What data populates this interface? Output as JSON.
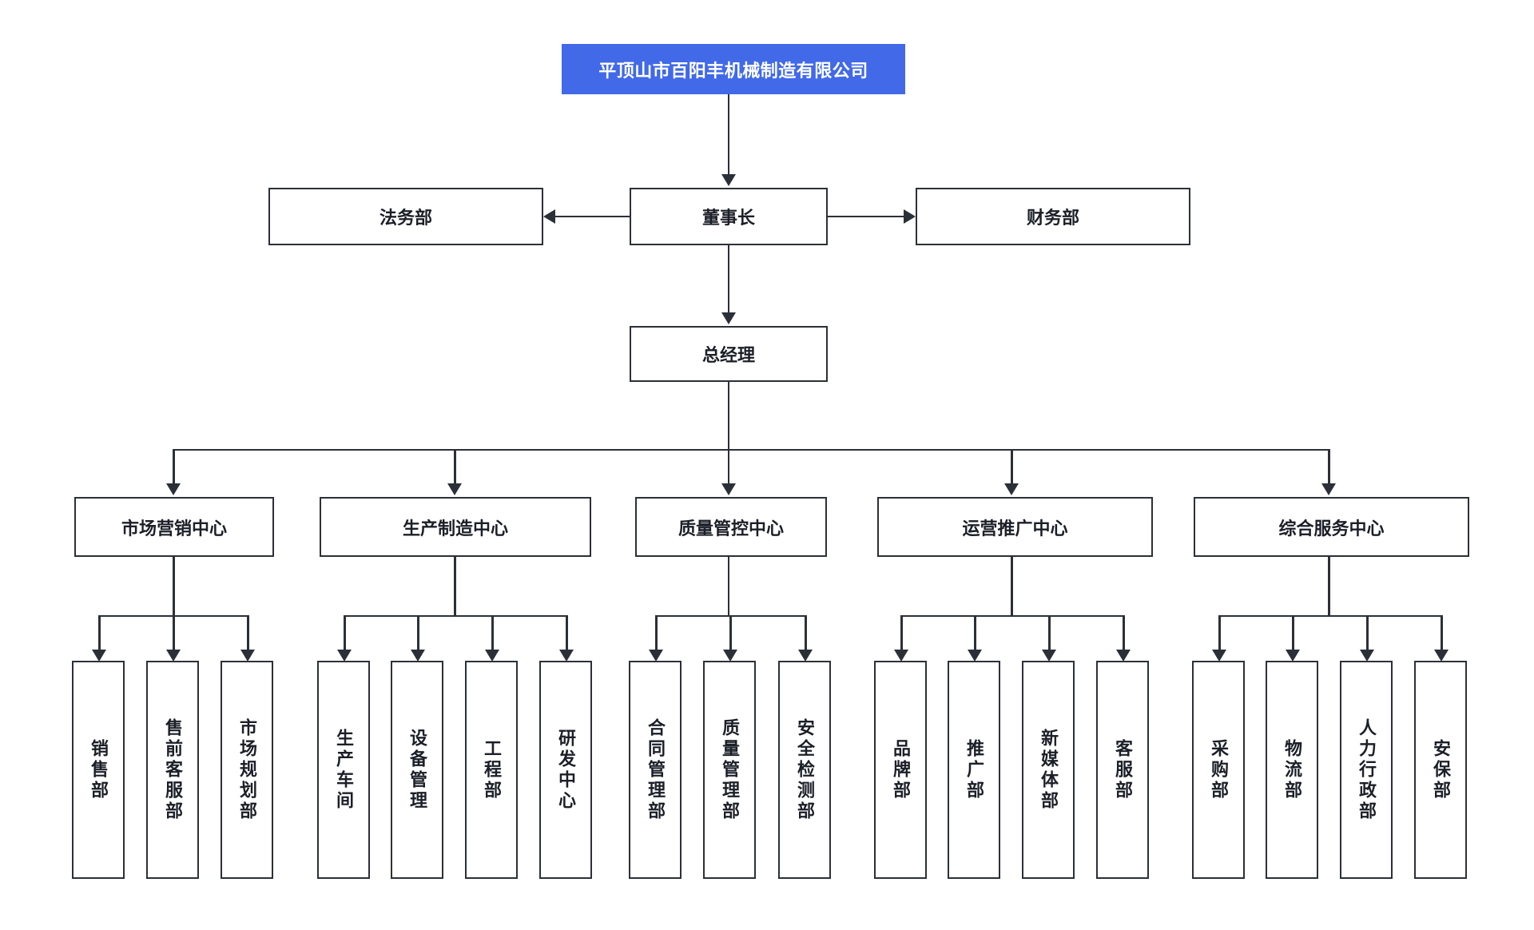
{
  "chart_data": {
    "type": "diagram",
    "diagram_kind": "organization-chart",
    "title": "平顶山市百阳丰机械制造有限公司",
    "orientation": "top-down",
    "colors": {
      "root_fill": "#4169e8",
      "root_text": "#ffffff",
      "node_border": "#2b3038",
      "node_fill": "#ffffff",
      "node_text": "#1b1f27",
      "connector": "#2b3038",
      "background": "#ffffff"
    },
    "levels": [
      {
        "level": 1,
        "nodes": [
          "平顶山市百阳丰机械制造有限公司"
        ]
      },
      {
        "level": 2,
        "nodes": [
          "法务部",
          "董事长",
          "财务部"
        ]
      },
      {
        "level": 3,
        "nodes": [
          "总经理"
        ]
      },
      {
        "level": 4,
        "nodes": [
          "市场营销中心",
          "生产制造中心",
          "质量管控中心",
          "运营推广中心",
          "综合服务中心"
        ]
      },
      {
        "level": 5,
        "nodes": [
          "销售部",
          "售前客服部",
          "市场规划部",
          "生产车间",
          "设备管理",
          "工程部",
          "研发中心",
          "合同管理部",
          "质量管理部",
          "安全检测部",
          "品牌部",
          "推广部",
          "新媒体部",
          "客服部",
          "采购部",
          "物流部",
          "人力行政部",
          "安保部"
        ]
      }
    ],
    "edges": [
      {
        "from": "平顶山市百阳丰机械制造有限公司",
        "to": "董事长",
        "style": "arrow-down"
      },
      {
        "from": "董事长",
        "to": "法务部",
        "style": "arrow-left"
      },
      {
        "from": "董事长",
        "to": "财务部",
        "style": "arrow-right"
      },
      {
        "from": "董事长",
        "to": "总经理",
        "style": "arrow-down"
      },
      {
        "from": "总经理",
        "to": "市场营销中心",
        "style": "arrow-down"
      },
      {
        "from": "总经理",
        "to": "生产制造中心",
        "style": "arrow-down"
      },
      {
        "from": "总经理",
        "to": "质量管控中心",
        "style": "arrow-down"
      },
      {
        "from": "总经理",
        "to": "运营推广中心",
        "style": "arrow-down"
      },
      {
        "from": "总经理",
        "to": "综合服务中心",
        "style": "arrow-down"
      },
      {
        "from": "市场营销中心",
        "to": "销售部",
        "style": "arrow-down"
      },
      {
        "from": "市场营销中心",
        "to": "售前客服部",
        "style": "arrow-down"
      },
      {
        "from": "市场营销中心",
        "to": "市场规划部",
        "style": "arrow-down"
      },
      {
        "from": "生产制造中心",
        "to": "生产车间",
        "style": "arrow-down"
      },
      {
        "from": "生产制造中心",
        "to": "设备管理",
        "style": "arrow-down"
      },
      {
        "from": "生产制造中心",
        "to": "工程部",
        "style": "arrow-down"
      },
      {
        "from": "生产制造中心",
        "to": "研发中心",
        "style": "arrow-down"
      },
      {
        "from": "质量管控中心",
        "to": "合同管理部",
        "style": "arrow-down"
      },
      {
        "from": "质量管控中心",
        "to": "质量管理部",
        "style": "arrow-down"
      },
      {
        "from": "质量管控中心",
        "to": "安全检测部",
        "style": "arrow-down"
      },
      {
        "from": "运营推广中心",
        "to": "品牌部",
        "style": "arrow-down"
      },
      {
        "from": "运营推广中心",
        "to": "推广部",
        "style": "arrow-down"
      },
      {
        "from": "运营推广中心",
        "to": "新媒体部",
        "style": "arrow-down"
      },
      {
        "from": "运营推广中心",
        "to": "客服部",
        "style": "arrow-down"
      },
      {
        "from": "综合服务中心",
        "to": "采购部",
        "style": "arrow-down"
      },
      {
        "from": "综合服务中心",
        "to": "物流部",
        "style": "arrow-down"
      },
      {
        "from": "综合服务中心",
        "to": "人力行政部",
        "style": "arrow-down"
      },
      {
        "from": "综合服务中心",
        "to": "安保部",
        "style": "arrow-down"
      }
    ]
  },
  "root": {
    "label": "平顶山市百阳丰机械制造有限公司"
  },
  "executive": {
    "left": {
      "label": "法务部"
    },
    "center": {
      "label": "董事长"
    },
    "right": {
      "label": "财务部"
    }
  },
  "manager": {
    "label": "总经理"
  },
  "centers": [
    {
      "label": "市场营销中心",
      "children": [
        {
          "label": "销售部"
        },
        {
          "label": "售前客服部"
        },
        {
          "label": "市场规划部"
        }
      ]
    },
    {
      "label": "生产制造中心",
      "children": [
        {
          "label": "生产车间"
        },
        {
          "label": "设备管理"
        },
        {
          "label": "工程部"
        },
        {
          "label": "研发中心"
        }
      ]
    },
    {
      "label": "质量管控中心",
      "children": [
        {
          "label": "合同管理部"
        },
        {
          "label": "质量管理部"
        },
        {
          "label": "安全检测部"
        }
      ]
    },
    {
      "label": "运营推广中心",
      "children": [
        {
          "label": "品牌部"
        },
        {
          "label": "推广部"
        },
        {
          "label": "新媒体部"
        },
        {
          "label": "客服部"
        }
      ]
    },
    {
      "label": "综合服务中心",
      "children": [
        {
          "label": "采购部"
        },
        {
          "label": "物流部"
        },
        {
          "label": "人力行政部"
        },
        {
          "label": "安保部"
        }
      ]
    }
  ]
}
